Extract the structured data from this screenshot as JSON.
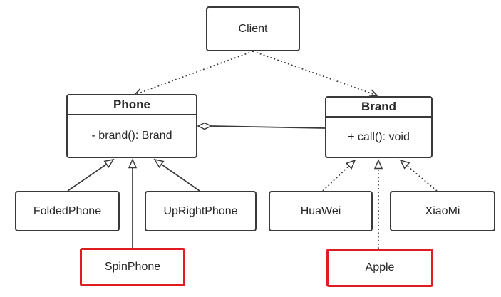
{
  "diagram": {
    "kind": "uml-class-diagram",
    "pattern": "bridge"
  },
  "colors": {
    "background": "#ffffff",
    "box_border": "#3a3a3a",
    "line": "#3a3a3a",
    "text": "#262626",
    "highlight_border": "#e11b22"
  },
  "nodes": {
    "client": {
      "label": "Client"
    },
    "phone": {
      "name": "Phone",
      "member": "- brand(): Brand"
    },
    "brand": {
      "name": "Brand",
      "member": "+ call(): void"
    },
    "folded_phone": {
      "label": "FoldedPhone"
    },
    "upright_phone": {
      "label": "UpRightPhone"
    },
    "spin_phone": {
      "label": "SpinPhone",
      "highlighted": true
    },
    "huawei": {
      "label": "HuaWei"
    },
    "xiaomi": {
      "label": "XiaoMi"
    },
    "apple": {
      "label": "Apple",
      "highlighted": true
    }
  },
  "relationships": [
    {
      "from": "Client",
      "to": "Phone",
      "type": "dependency",
      "line": "dotted",
      "head": "open-arrow"
    },
    {
      "from": "Client",
      "to": "Brand",
      "type": "dependency",
      "line": "dotted",
      "head": "open-arrow"
    },
    {
      "from": "Phone",
      "to": "Brand",
      "type": "aggregation",
      "line": "solid",
      "head": "open-diamond-at-phone"
    },
    {
      "from": "FoldedPhone",
      "to": "Phone",
      "type": "generalization",
      "line": "solid",
      "head": "hollow-triangle"
    },
    {
      "from": "SpinPhone",
      "to": "Phone",
      "type": "generalization",
      "line": "solid",
      "head": "hollow-triangle"
    },
    {
      "from": "UpRightPhone",
      "to": "Phone",
      "type": "generalization",
      "line": "solid",
      "head": "hollow-triangle"
    },
    {
      "from": "HuaWei",
      "to": "Brand",
      "type": "realization",
      "line": "dotted",
      "head": "hollow-triangle"
    },
    {
      "from": "Apple",
      "to": "Brand",
      "type": "realization",
      "line": "dotted",
      "head": "hollow-triangle"
    },
    {
      "from": "XiaoMi",
      "to": "Brand",
      "type": "realization",
      "line": "dotted",
      "head": "hollow-triangle"
    }
  ]
}
